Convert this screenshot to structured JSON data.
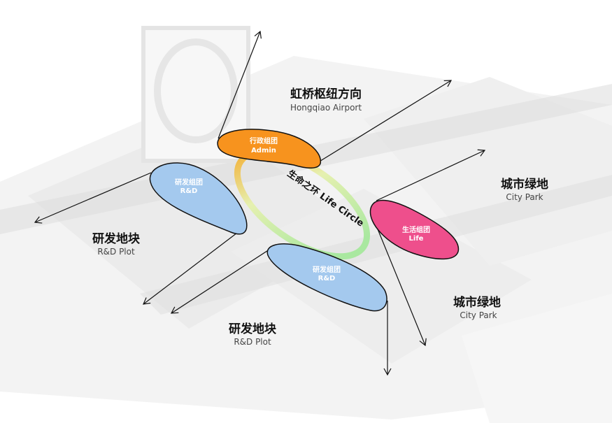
{
  "colors": {
    "admin": "#f7931e",
    "rnd": "#a4c9ee",
    "life": "#ee4f8c",
    "ring_start": "#f5a623",
    "ring_end": "#b9ecb0",
    "arrow": "#111111"
  },
  "labels": {
    "hongqiao": {
      "zh": "虹桥枢纽方向",
      "en": "Hongqiao Airport"
    },
    "park_upper": {
      "zh": "城市绿地",
      "en": "City Park"
    },
    "plot_left": {
      "zh": "研发地块",
      "en": "R&D Plot"
    },
    "park_lower": {
      "zh": "城市绿地",
      "en": "City Park"
    },
    "plot_bottom": {
      "zh": "研发地块",
      "en": "R&D Plot"
    }
  },
  "clusters": {
    "admin": {
      "zh": "行政组团",
      "en": "Admin"
    },
    "rnd_left": {
      "zh": "研发组团",
      "en": "R&D"
    },
    "rnd_bottom": {
      "zh": "研发组团",
      "en": "R&D"
    },
    "life": {
      "zh": "生活组团",
      "en": "Life"
    }
  },
  "ring": {
    "label": "生命之环 Life Circle"
  }
}
